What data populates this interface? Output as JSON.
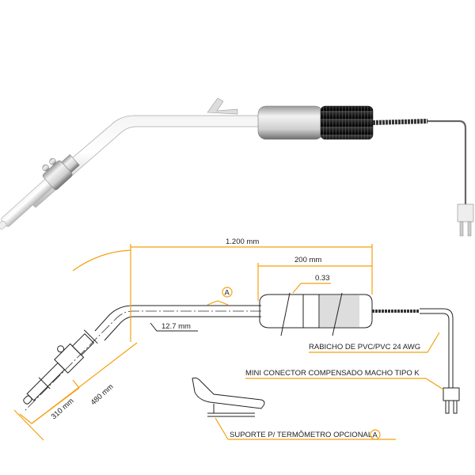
{
  "dimensions": {
    "total_length": "1.200 mm",
    "handle_length": "200 mm",
    "wire_spec": "0.33",
    "tube_diameter": "12.7 mm",
    "inclined_length": "480 mm",
    "tip_length": "310 mm",
    "detail_marker": "A"
  },
  "labels": {
    "cable": "RABICHO DE PVC/PVC 24 AWG",
    "connector": "MINI CONECTOR COMPENSADO MACHO TIPO K",
    "support": "SUPORTE P/ TERMÔMETRO OPCIONAL",
    "support_marker": "A"
  },
  "colors": {
    "dimension": "#f5a00f",
    "line": "#222222"
  }
}
